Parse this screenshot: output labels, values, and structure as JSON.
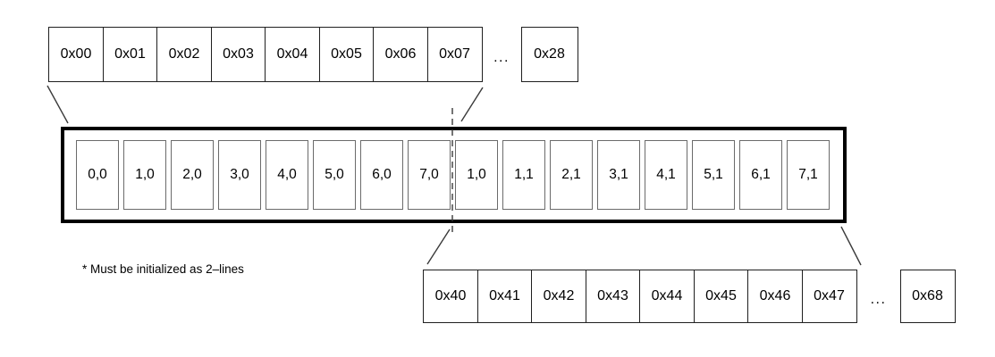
{
  "colors": {
    "background": "#ffffff",
    "address_cell_border": "#1f1f1f",
    "line_cell_border": "#6b6b6b",
    "buffer_border": "#000000",
    "connector_line": "#3a3a3a",
    "text": "#000000"
  },
  "top_address_row": {
    "cells": [
      "0x00",
      "0x01",
      "0x02",
      "0x03",
      "0x04",
      "0x05",
      "0x06",
      "0x07"
    ],
    "ellipsis": "...",
    "last_cell": "0x28"
  },
  "line_buffer": {
    "cells": [
      "0,0",
      "1,0",
      "2,0",
      "3,0",
      "4,0",
      "5,0",
      "6,0",
      "7,0",
      "1,0",
      "1,1",
      "2,1",
      "3,1",
      "4,1",
      "5,1",
      "6,1",
      "7,1"
    ]
  },
  "bottom_address_row": {
    "cells": [
      "0x40",
      "0x41",
      "0x42",
      "0x43",
      "0x44",
      "0x45",
      "0x46",
      "0x47"
    ],
    "ellipsis": "...",
    "last_cell": "0x68"
  },
  "footnote": "* Must be initialized as 2–lines"
}
